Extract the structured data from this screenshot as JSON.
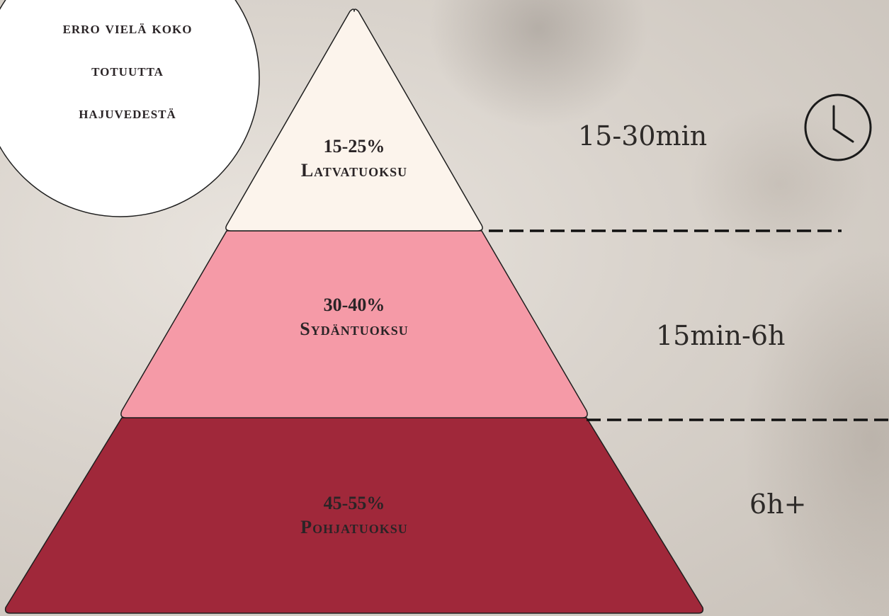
{
  "bubble": {
    "lines": [
      "erro vielä koko",
      "totuutta",
      "hajuvedestä"
    ]
  },
  "pyramid": {
    "tiers": [
      {
        "percent": "15-25%",
        "name": "Latvatuoksu",
        "duration": "15-30min",
        "color": "#fcf4ec"
      },
      {
        "percent": "30-40%",
        "name": "Sydäntuoksu",
        "duration": "15min-6h",
        "color": "#f59aa7"
      },
      {
        "percent": "45-55%",
        "name": "Pohjatuoksu",
        "duration": "6h+",
        "color": "#a0283a"
      }
    ]
  },
  "icons": {
    "timer": "clock-icon"
  }
}
